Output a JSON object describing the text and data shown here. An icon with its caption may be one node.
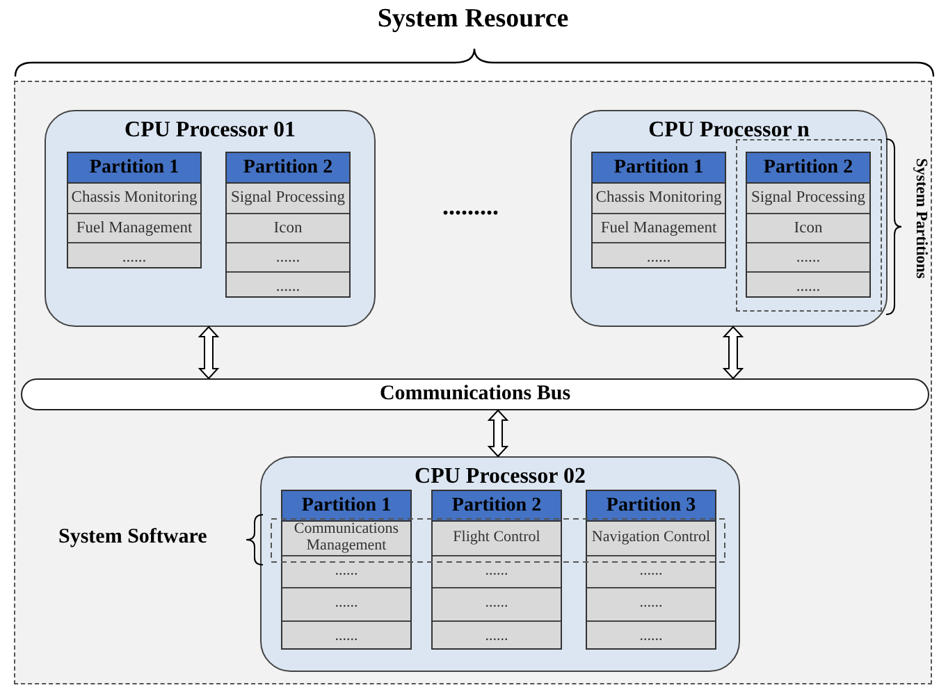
{
  "diagram": {
    "nodes": [
      {
        "text": [
          "System Resource"
        ]
      },
      {
        "text": [
          "CPU Processor 01"
        ],
        "in": 0
      },
      {
        "text": [
          "Partition 1",
          "Chassis Monitoring",
          "Fuel Management",
          "......"
        ],
        "in": 1
      },
      {
        "text": [
          "Partition 2",
          "Signal Processing",
          "Icon",
          "......",
          "......"
        ],
        "in": 1
      },
      {
        "text": [
          "CPU Processor n"
        ],
        "in": 0
      },
      {
        "text": [
          "Partition 1",
          "Chassis Monitoring",
          "Fuel Management",
          "......"
        ],
        "in": 4
      },
      {
        "text": [],
        "shape": "box",
        "beside": [
          "System Partitions"
        ],
        "in": 4
      },
      {
        "text": [
          "Partition 2",
          "Signal Processing",
          "Icon",
          "......",
          "......"
        ],
        "in": 6
      },
      {
        "text": [
          "Communications Bus"
        ],
        "in": 0
      },
      {
        "text": [
          "CPU Processor 02"
        ],
        "in": 0
      },
      {
        "text": [
          "Partition 1",
          "Communications Management",
          "......",
          "......",
          "......"
        ],
        "in": 9
      },
      {
        "text": [
          "Partition 2",
          "Flight Control",
          "......",
          "......",
          "......"
        ],
        "in": 9
      },
      {
        "text": [
          "Partition 3",
          "Navigation Control",
          "......",
          "......",
          "......"
        ],
        "in": 9
      }
    ],
    "edges": [
      {
        "from": 1,
        "to": 8,
        "arrow": "both"
      },
      {
        "from": 4,
        "to": 8,
        "arrow": "both"
      },
      {
        "from": 8,
        "to": 9,
        "arrow": "both"
      }
    ],
    "labels": [
      ".........",
      "System Software"
    ]
  }
}
